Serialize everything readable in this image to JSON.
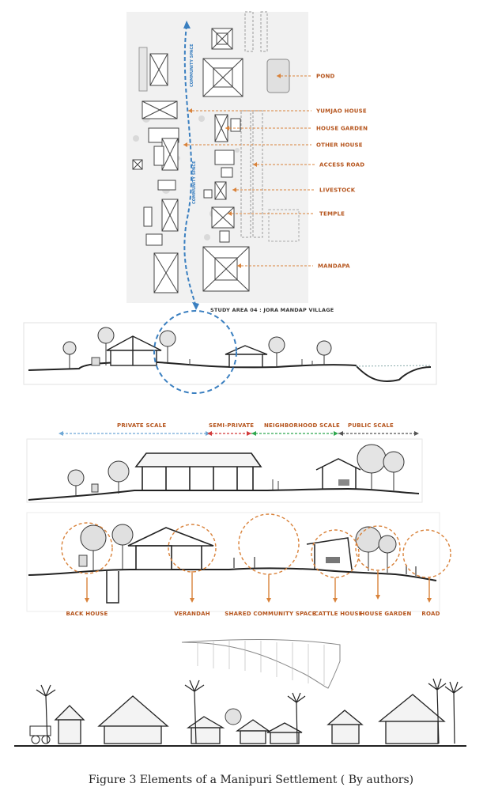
{
  "colors": {
    "label": "#b5541c",
    "arrow": "#d9823a",
    "community": "#3a7fc0",
    "private": "#6fa8d6",
    "semi_private": "#d23b3b",
    "neighborhood": "#2fa84f",
    "public": "#555555",
    "ink": "#222222"
  },
  "plan": {
    "legend": [
      "POND",
      "YUMJAO HOUSE",
      "HOUSE GARDEN",
      "OTHER HOUSE",
      "ACCESS ROAD",
      "LIVESTOCK",
      "TEMPLE",
      "MANDAPA"
    ],
    "community_label_top": "COMMUNITY SPACE",
    "community_label_bottom": "COMMUNITY SPACE",
    "title": "STUDY AREA 04 : JORA MANDAP VILLAGE"
  },
  "scales": {
    "private": "PRIVATE SCALE",
    "semi_private": "SEMI-PRIVATE",
    "neighborhood": "NEIGHBORHOOD SCALE",
    "public": "PUBLIC SCALE"
  },
  "elements": [
    "BACK HOUSE",
    "VERANDAH",
    "SHARED COMMUNITY SPACE",
    "CATTLE HOUSE",
    "HOUSE GARDEN",
    "ROAD"
  ],
  "caption": "Figure 3 Elements of a Manipuri Settlement ( By authors)"
}
